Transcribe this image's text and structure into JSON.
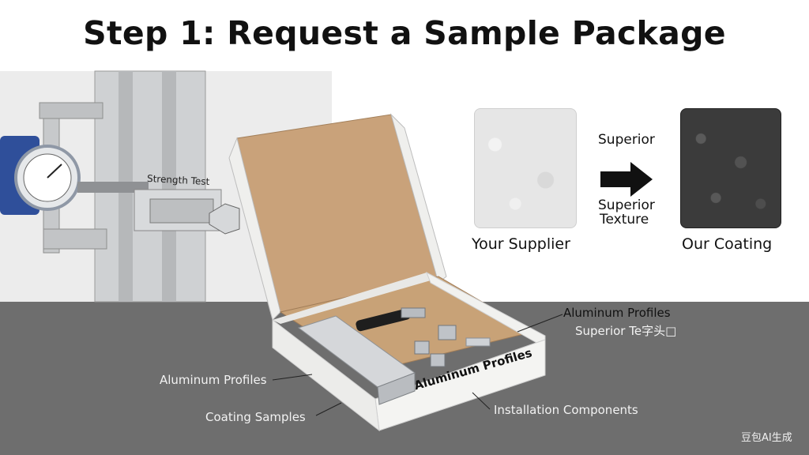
{
  "title": "Step 1: Request a Sample Package",
  "test_rig": {
    "label": "Strength Test"
  },
  "comparison": {
    "left_label": "Your Supplier",
    "right_label": "Our Coating",
    "arrow_top_label": "Superior",
    "arrow_bottom_label_line1": "Superior",
    "arrow_bottom_label_line2": "Texture",
    "arrow_icon": "right-arrow-icon"
  },
  "box": {
    "side_text": "Aluminum Profiles"
  },
  "callouts": {
    "aluminum_profiles_left": "Aluminum Profiles",
    "coating_samples": "Coating Samples",
    "installation_components": "Installation Components",
    "aluminum_profiles_right": "Aluminum Profiles",
    "superior_texture_right": "Superior Te字头□"
  },
  "watermark": "豆包AI生成",
  "colors": {
    "floor": "#6e6e6e",
    "cardboard": "#c9a27a",
    "box_white": "#f4f4f2",
    "gauge_blue": "#2f4f9a"
  }
}
